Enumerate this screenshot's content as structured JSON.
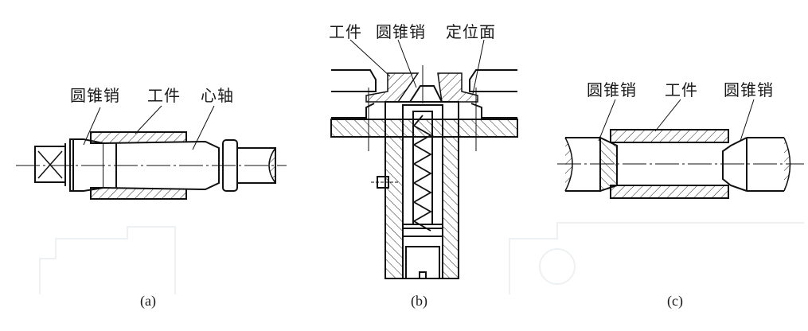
{
  "figure_a": {
    "labels": [
      "圆锥销",
      "工件",
      "心轴"
    ],
    "caption": "(a)"
  },
  "figure_b": {
    "labels": [
      "工件",
      "圆锥销",
      "定位面"
    ],
    "caption": "(b)"
  },
  "figure_c": {
    "labels": [
      "圆锥销",
      "工件",
      "圆锥销"
    ],
    "caption": "(c)"
  },
  "colors": {
    "line": "#111111",
    "background": "#ffffff",
    "faint": "#eef1f3"
  }
}
